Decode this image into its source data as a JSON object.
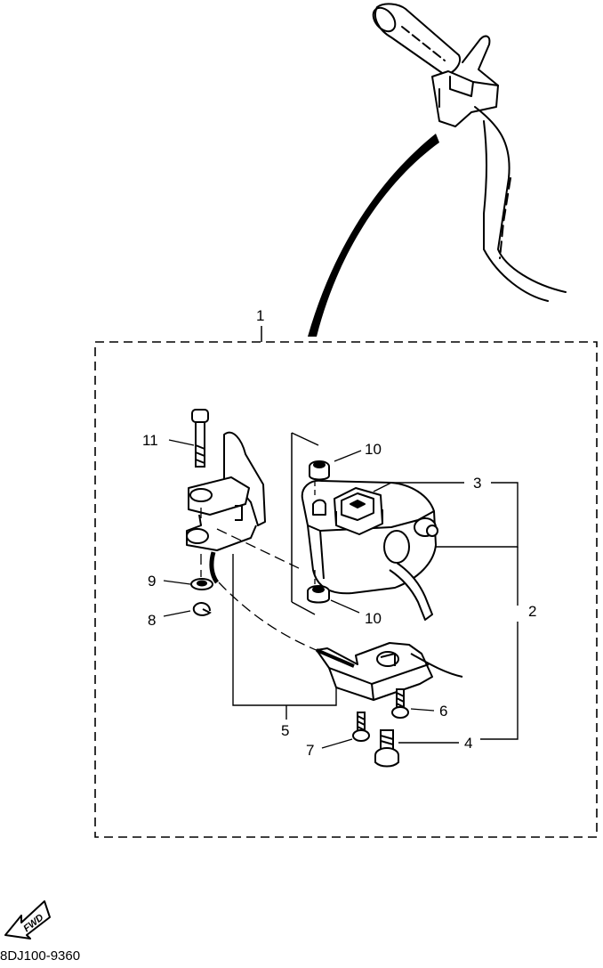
{
  "diagram": {
    "callouts": {
      "c1": "1",
      "c2": "2",
      "c3": "3",
      "c4": "4",
      "c5": "5",
      "c6": "6",
      "c7": "7",
      "c8": "8",
      "c9": "9",
      "c10a": "10",
      "c10b": "10",
      "c11": "11"
    },
    "direction_label": "FWD",
    "part_code": "8DJ100-9360"
  }
}
